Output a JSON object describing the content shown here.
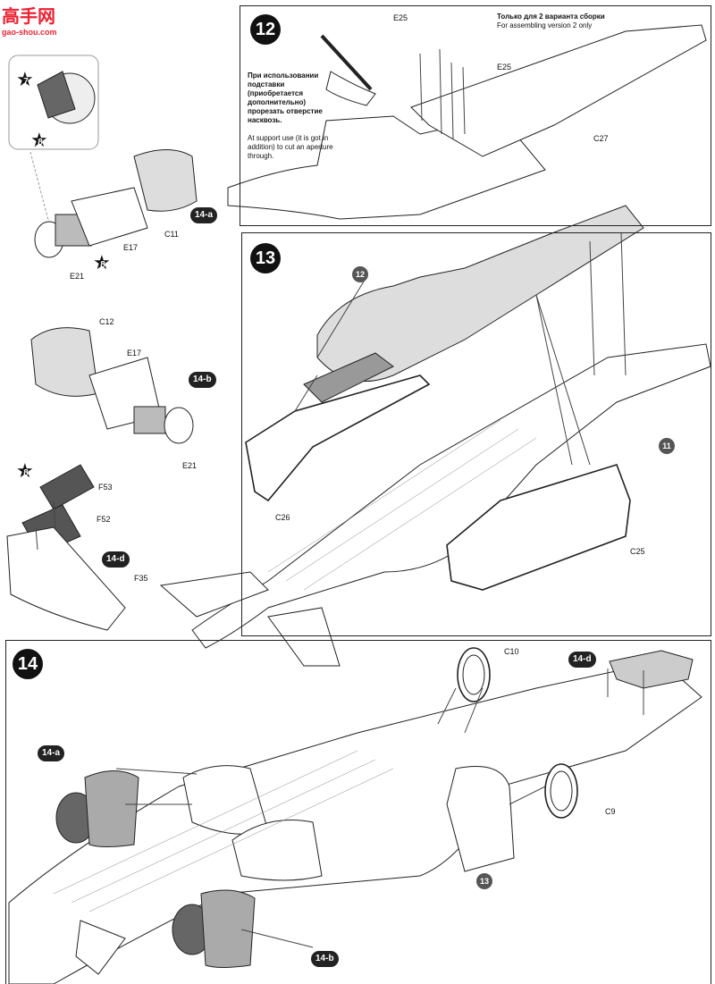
{
  "logo": {
    "glyphs": "高手网",
    "url": "gao-shou.com"
  },
  "steps": {
    "s12": "12",
    "s13": "13",
    "s14": "14"
  },
  "sub_steps": {
    "a": "14-a",
    "b": "14-b",
    "d": "14-d"
  },
  "stars": {
    "seven": "7",
    "eight": "8"
  },
  "numbers": {
    "n11": "11",
    "n12": "12",
    "n13": "13"
  },
  "parts": {
    "c9": "C9",
    "c10": "C10",
    "c11": "C11",
    "c12": "C12",
    "c25": "C25",
    "c26": "C26",
    "c27": "C27",
    "e17": "E17",
    "e21": "E21",
    "e25": "E25",
    "f35": "F35",
    "f52": "F52",
    "f53": "F53"
  },
  "notes": {
    "version2_ru": "Только для 2 варианта сборки",
    "version2_en": "For assembling version 2 only",
    "support_ru": "При использовании подставки (приобретается дополнительно) прорезать отверстие насквозь.",
    "support_en": "At support use (it is got in addition) to cut an aperture through."
  }
}
